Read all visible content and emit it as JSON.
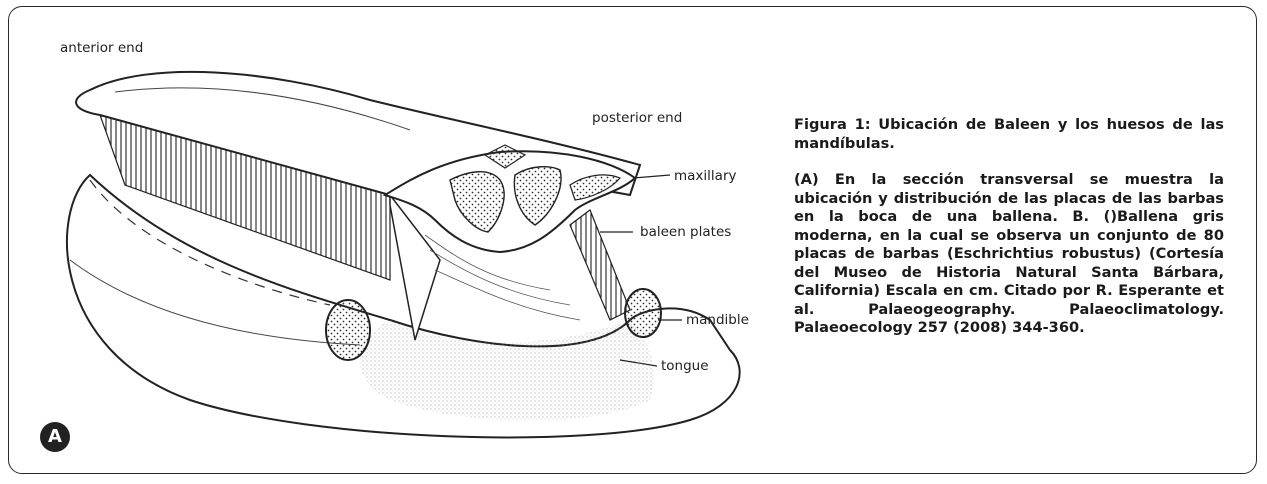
{
  "diagram": {
    "labels": {
      "anterior": "anterior end",
      "posterior": "posterior end",
      "maxillary": "maxillary",
      "baleen": "baleen plates",
      "mandible": "mandible",
      "tongue": "tongue"
    },
    "panel_letter": "A"
  },
  "caption": {
    "title": "Figura 1: Ubicación de Baleen y los huesos de las mandíbulas.",
    "body": "(A) En la sección transversal se muestra la ubicación y distribución de las placas de las barbas en la boca de una ballena. B. ()Ballena gris moderna, en la cual se observa un conjunto de 80 placas de barbas (Eschrichtius robustus) (Cortesía del Museo de Historia Natural Santa Bárbara, California) Escala en cm. Citado por R. Esperante et al. Palaeogeography. Palaeoclimatology. Palaeoecology 257 (2008) 344-360."
  }
}
